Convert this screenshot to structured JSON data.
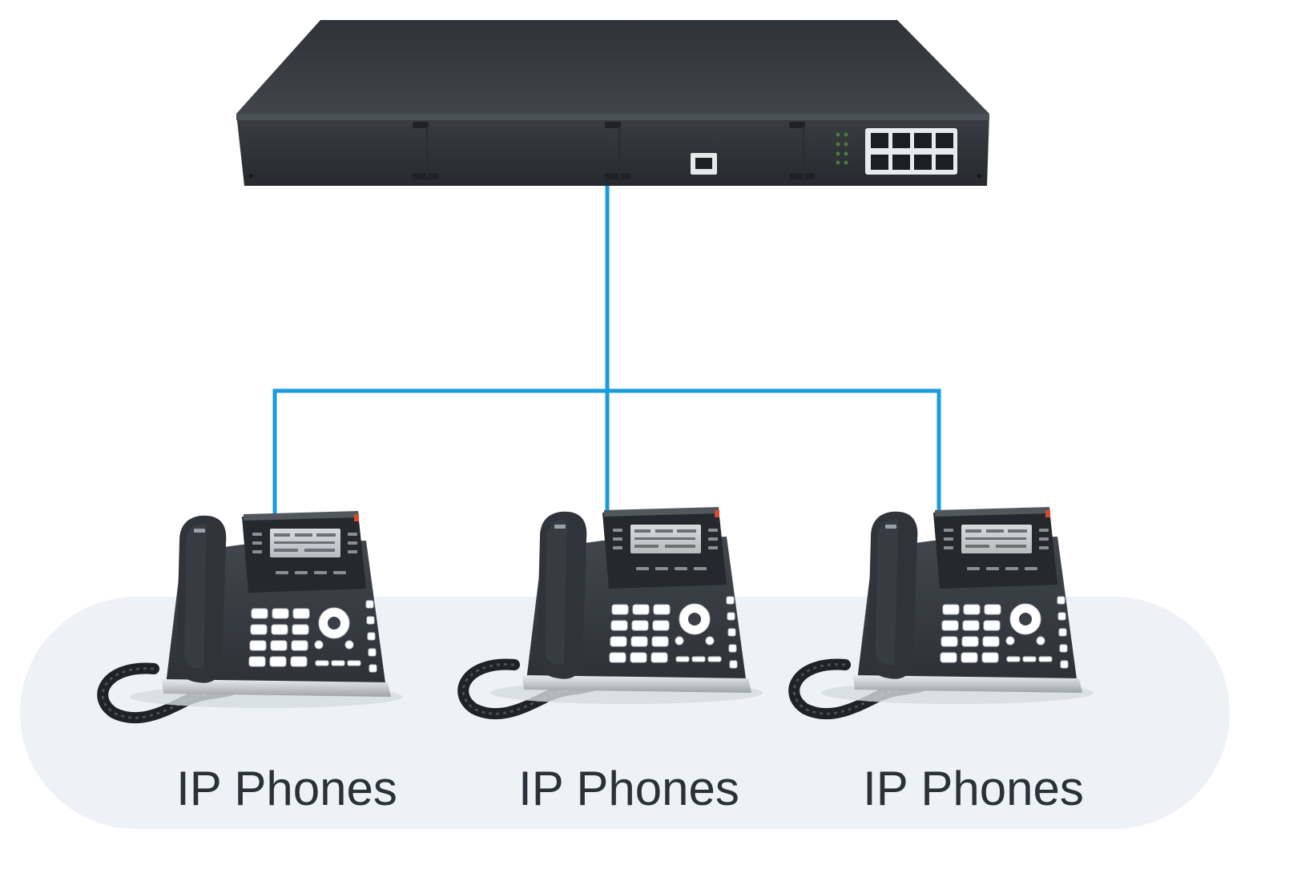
{
  "phones": [
    {
      "label": "IP Phones"
    },
    {
      "label": "IP Phones"
    },
    {
      "label": "IP Phones"
    }
  ],
  "colors": {
    "connection": "#1a9be0",
    "device_body": "#33373d",
    "background_panel": "#eef1f6",
    "label_text": "#2b3139"
  },
  "icons": [
    "network-switch-icon",
    "ip-phone-icon"
  ]
}
